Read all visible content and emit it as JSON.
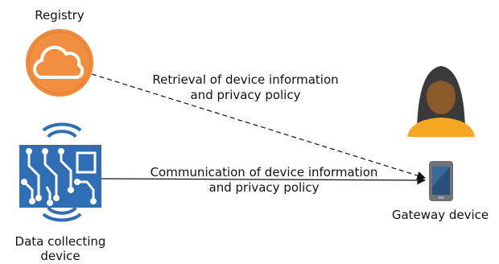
{
  "nodes": {
    "registry": {
      "label": "Registry",
      "icon": "cloud-icon",
      "color": "#f08a3c"
    },
    "data_device": {
      "label_line1": "Data collecting",
      "label_line2": "device",
      "icon": "circuit-board-icon",
      "color": "#2f6db5"
    },
    "gateway": {
      "label": "Gateway device",
      "icon": "smartphone-icon"
    },
    "user": {
      "icon": "person-icon",
      "color": "#f5a623"
    }
  },
  "edges": {
    "retrieval": {
      "line1": "Retrieval of device information",
      "line2": "and privacy policy",
      "style": "dashed"
    },
    "communication": {
      "line1": "Communication of device information",
      "line2": "and privacy policy",
      "style": "solid"
    }
  }
}
